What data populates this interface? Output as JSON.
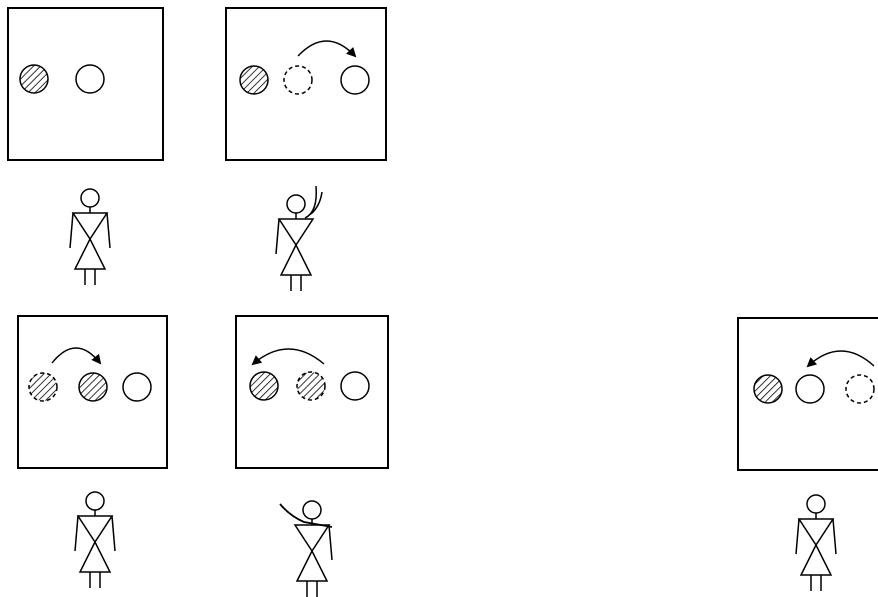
{
  "diagram": {
    "panels": [
      {
        "id": "top-left",
        "circles": [
          {
            "fill": "hatched",
            "border": "solid"
          },
          {
            "fill": "empty",
            "border": "solid"
          }
        ],
        "arrow": null,
        "figure_pose": "standing"
      },
      {
        "id": "top-second",
        "circles": [
          {
            "fill": "hatched",
            "border": "solid"
          },
          {
            "fill": "empty",
            "border": "dashed"
          },
          {
            "fill": "empty",
            "border": "solid"
          }
        ],
        "arrow": {
          "direction": "right"
        },
        "figure_pose": "right-arm-raised"
      },
      {
        "id": "bottom-left",
        "circles": [
          {
            "fill": "hatched",
            "border": "dashed"
          },
          {
            "fill": "hatched",
            "border": "solid"
          },
          {
            "fill": "empty",
            "border": "solid"
          }
        ],
        "arrow": {
          "direction": "right"
        },
        "figure_pose": "standing"
      },
      {
        "id": "bottom-second",
        "circles": [
          {
            "fill": "hatched",
            "border": "solid"
          },
          {
            "fill": "hatched",
            "border": "dashed"
          },
          {
            "fill": "empty",
            "border": "solid"
          }
        ],
        "arrow": {
          "direction": "left"
        },
        "figure_pose": "left-arm-raised"
      },
      {
        "id": "bottom-right",
        "circles": [
          {
            "fill": "hatched",
            "border": "solid"
          },
          {
            "fill": "empty",
            "border": "solid"
          },
          {
            "fill": "empty",
            "border": "dashed"
          }
        ],
        "arrow": {
          "direction": "left"
        },
        "figure_pose": "standing"
      }
    ]
  }
}
